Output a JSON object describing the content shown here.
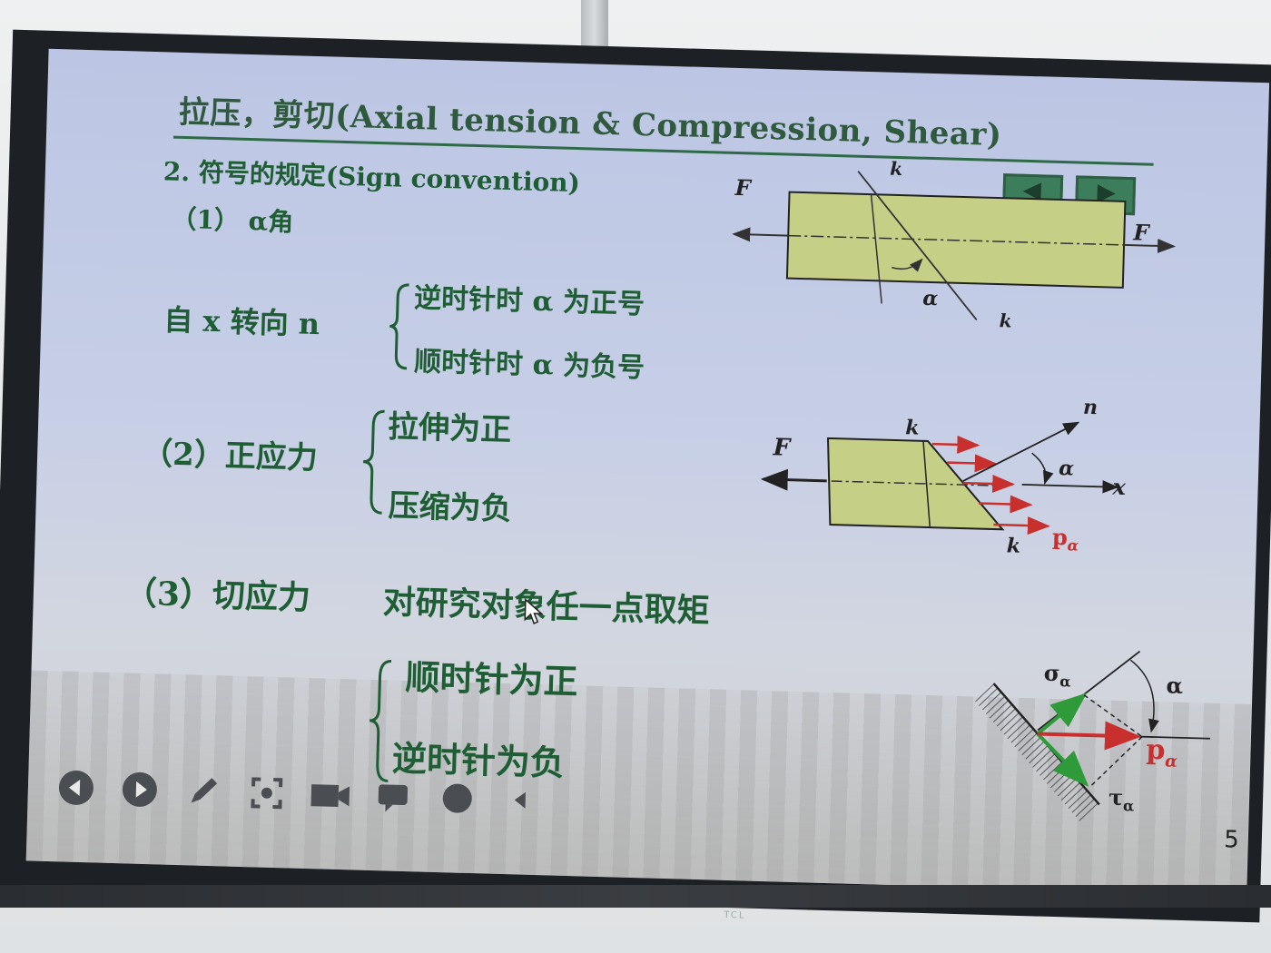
{
  "slide": {
    "title": "拉压，剪切(Axial tension & Compression, Shear)",
    "section_heading": "2. 符号的规定(Sign convention)",
    "item1": {
      "label": "（1） α角"
    },
    "alpha_rule": {
      "lead": "自 x 转向 n",
      "ccw": "逆时针时 α 为正号",
      "cw": "顺时针时 α 为负号"
    },
    "item2": {
      "label": "（2）正应力",
      "tension": "拉伸为正",
      "compression": "压缩为负"
    },
    "item3": {
      "label": "（3）切应力",
      "statement": "对研究对象任一点取矩",
      "cw": "顺时针为正",
      "ccw": "逆时针为负"
    },
    "page_number": "5"
  },
  "figure1": {
    "F_left": "F",
    "F_right": "F",
    "k_top": "k",
    "k_bottom": "k",
    "alpha": "α"
  },
  "figure2": {
    "F": "F",
    "k_top": "k",
    "k_bottom": "k",
    "n": "n",
    "alpha": "α",
    "x": "x",
    "p": "p",
    "p_sub": "α"
  },
  "figure3": {
    "sigma": "σ",
    "sigma_sub": "α",
    "alpha": "α",
    "p": "p",
    "p_sub": "α",
    "tau": "τ",
    "tau_sub": "α"
  },
  "toolbar": {
    "icons": [
      "prev-icon",
      "next-icon",
      "pen-icon",
      "screenshot-icon",
      "camera-icon",
      "comment-icon",
      "record-icon",
      "more-icon"
    ]
  },
  "tv_brand": "TCL",
  "colors": {
    "slide_green": "#1f5e35",
    "fill": "#c6cf86",
    "arrow_red": "#c8302e",
    "arrow_green": "#2f9a3a"
  }
}
